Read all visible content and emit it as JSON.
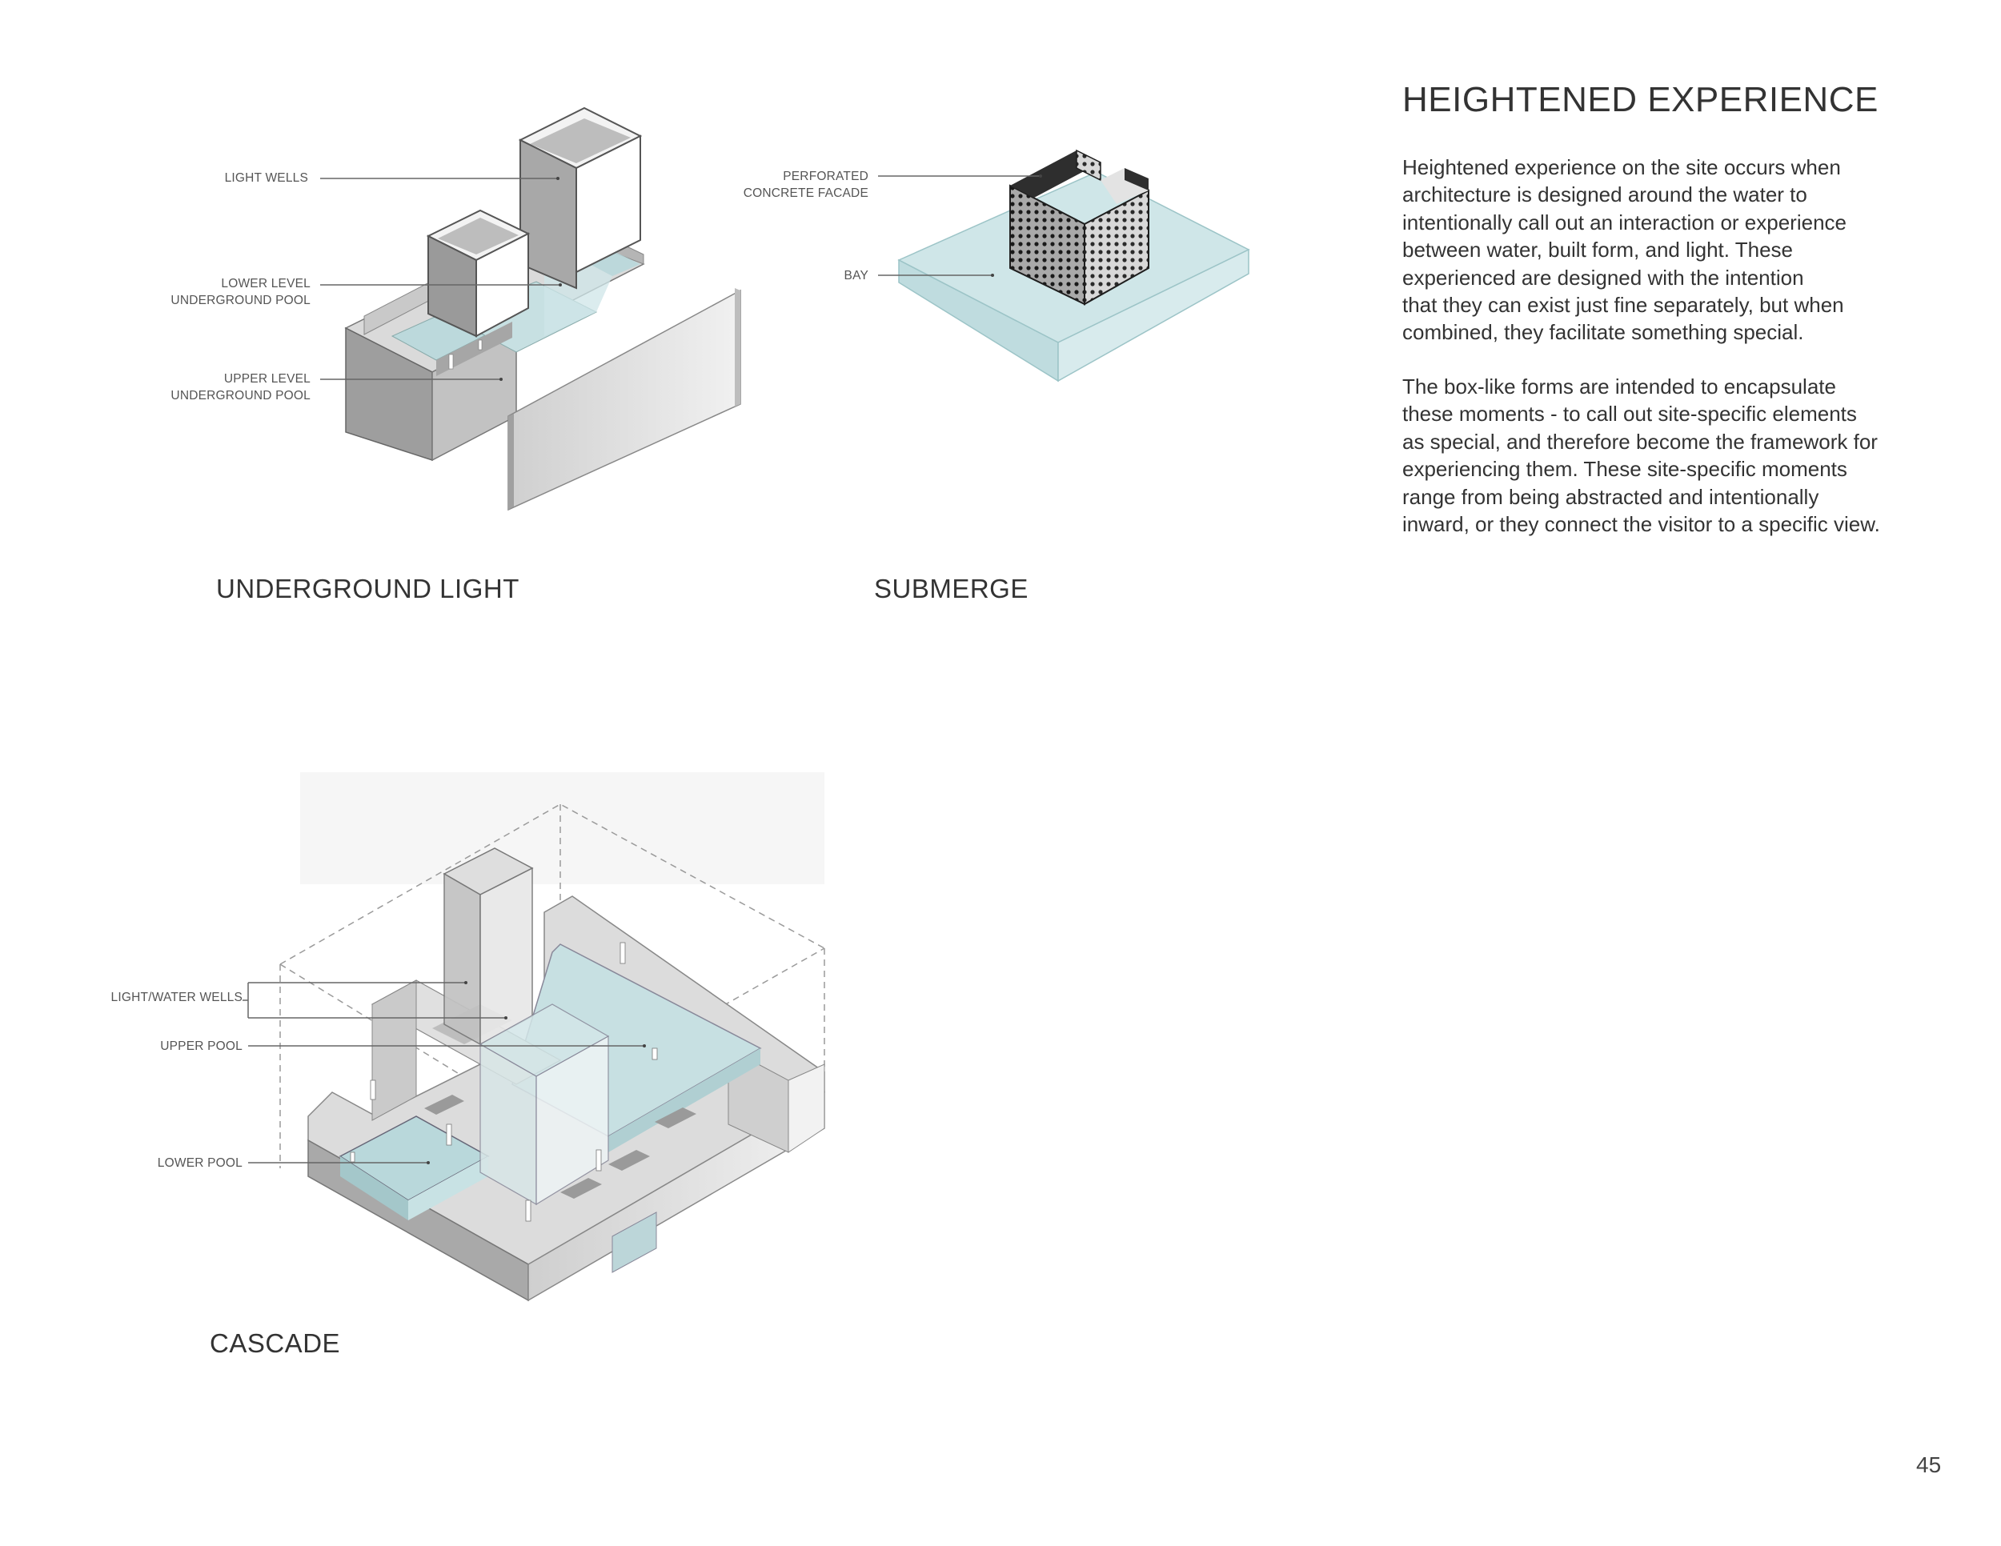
{
  "heading": "HEIGHTENED EXPERIENCE",
  "paragraph1_lines": [
    "Heightened experience on the site occurs when",
    "architecture is designed around the water to",
    "intentionally call out an interaction or experience",
    "between water, built form, and light.  These",
    "experienced are designed with the intention",
    "that they can exist just fine separately, but when",
    "combined, they facilitate something special."
  ],
  "paragraph2_lines": [
    "The box-like forms are intended to encapsulate",
    "these moments - to call out site-specific elements",
    "as special, and therefore become the framework for",
    "experiencing them.  These site-specific moments",
    "range from being abstracted and intentionally",
    "inward, or they connect the visitor to a specific view."
  ],
  "diagrams": {
    "underground_light": {
      "caption": "UNDERGROUND LIGHT",
      "labels": {
        "light_wells": "LIGHT WELLS",
        "lower_pool_1": "LOWER LEVEL",
        "lower_pool_2": "UNDERGROUND POOL",
        "upper_pool_1": "UPPER LEVEL",
        "upper_pool_2": "UNDERGROUND POOL"
      }
    },
    "submerge": {
      "caption": "SUBMERGE",
      "labels": {
        "facade_1": "PERFORATED",
        "facade_2": "CONCRETE FACADE",
        "bay": "BAY"
      }
    },
    "cascade": {
      "caption": "CASCADE",
      "labels": {
        "wells": "LIGHT/WATER WELLS",
        "upper_pool": "UPPER POOL",
        "lower_pool": "LOWER POOL"
      }
    }
  },
  "page_number": "45",
  "colors": {
    "water": "#c7e0e2",
    "concrete_light": "#e4e4e4",
    "concrete_mid": "#b9b9b9",
    "concrete_dark": "#8c8c8c",
    "leader": "#666666"
  }
}
